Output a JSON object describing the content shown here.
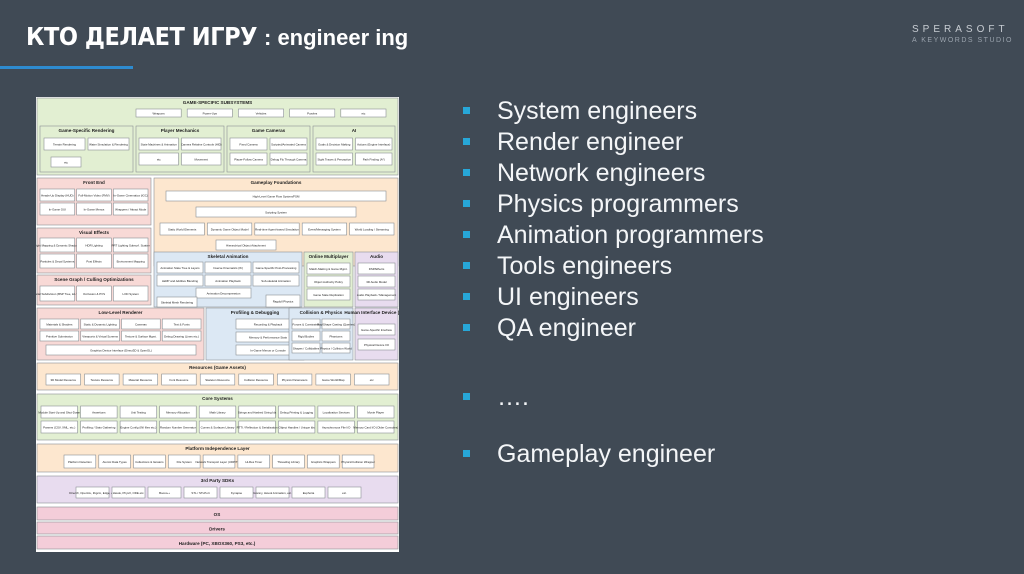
{
  "header": {
    "title_main": "КТО ДЕЛАЕТ ИГРУ",
    "title_sub": ": engineer ing"
  },
  "logo": {
    "name": "SPERASOFT",
    "tagline": "A KEYWORDS STUDIO"
  },
  "colors": {
    "background": "#404a55",
    "accent": "#2e8bcf",
    "bullet": "#27a7d8"
  },
  "bullets": [
    "System engineers",
    "Render engineer",
    "Network engineers",
    "Physics programmers",
    "Animation programmers",
    "Tools engineers",
    "UI engineers",
    "QA engineer",
    "….",
    "Gameplay engineer"
  ],
  "diagram": {
    "game_specific": {
      "title": "GAME-SPECIFIC SUBSYSTEMS",
      "top_items": [
        "Weapons",
        "Power-Ups",
        "Vehicles",
        "Puzzles",
        "etc"
      ],
      "rendering": {
        "title": "Game-Specific Rendering",
        "items": [
          "Terrain Rendering",
          "Water Simulation & Rendering",
          "etc"
        ]
      },
      "player": {
        "title": "Player Mechanics",
        "items": [
          "State Machines & Animation",
          "Camera Relative Controls (HID)",
          "etc",
          "Movement"
        ]
      },
      "cameras": {
        "title": "Game Cameras",
        "items": [
          "Fixed Camera",
          "Scripted/Animated Camera",
          "Player-Follow Camera",
          "Debug Fly Through Camera"
        ]
      },
      "ai": {
        "title": "AI",
        "items": [
          "Goals & Decision Making",
          "Actions (Engine Interface)",
          "Sight Traces & Perception",
          "Path Finding (A*)"
        ]
      }
    },
    "front_end": {
      "title": "Front End",
      "items": [
        "Heads-Up Display (HUD)",
        "Full-Motion Video (FMV)",
        "In-Game Cinematics (IGC)",
        "In-Game GUI",
        "In-Game Menus",
        "Wrappers / Attract Mode"
      ]
    },
    "gameplay": {
      "title": "Gameplay Foundations",
      "items": [
        "High-Level Game Flow System/FSM",
        "Scripting System",
        "Static World Elements",
        "Dynamic Game Object Model",
        "Real-time Agent-based Simulation",
        "Event/Messaging System",
        "World Loading / Streaming",
        "Hierarchical Object Attachment"
      ]
    },
    "visual_effects": {
      "title": "Visual Effects",
      "items": [
        "Light Mapping & Dynamic Shadows",
        "HDR Lighting",
        "PRT Lighting Subsurf. Scatter",
        "Particles & Decal Systems",
        "Post Effects",
        "Environment Mapping"
      ]
    },
    "scene_graph": {
      "title": "Scene Graph / Culling Optimizations",
      "items": [
        "Spatial Subdivision (BSP Tree, kd-Tree)",
        "Occlusion & PVS",
        "LOD System"
      ]
    },
    "skeletal": {
      "title": "Skeletal Animation",
      "items": [
        "Animation State Tree & Layers",
        "Inverse Kinematics (IK)",
        "Game-Specific Post-Processing",
        "LERP and Additive Blending",
        "Animation Playback",
        "Sub-skeletal Animation",
        "Animation Decompression",
        "Skeletal Mesh Rendering",
        "Ragdoll Physics"
      ]
    },
    "online": {
      "title": "Online Multiplayer",
      "items": [
        "Match-Making & Game Mgmt.",
        "Object Authority Policy",
        "Game State Replication"
      ]
    },
    "audio": {
      "title": "Audio",
      "items": [
        "DSP/Effects",
        "3D Audio Model",
        "Audio Playback / Management"
      ]
    },
    "low_level": {
      "title": "Low-Level Renderer",
      "items": [
        "Materials & Shaders",
        "Static & Dynamic Lighting",
        "Cameras",
        "Text & Fonts",
        "Primitive Submission",
        "Viewports & Virtual Screens",
        "Texture & Surface Mgmt.",
        "Debug Drawing (Lines etc.)",
        "Graphics Device Interface (Direct3D & OpenGL)"
      ]
    },
    "profiling": {
      "title": "Profiling & Debugging",
      "items": [
        "Recording & Playback",
        "Memory & Performance Stats",
        "In-Game Menus or Console"
      ]
    },
    "collision": {
      "title": "Collision & Physics",
      "items": [
        "Forces & Constraints",
        "Ray/Shape Casting (Queries)",
        "Rigid Bodies",
        "Phantoms",
        "Shapes / Collidables",
        "Physics / Collision World"
      ]
    },
    "hid": {
      "title": "Human Interface Device (HID)",
      "items": [
        "Game-Specific Interface",
        "Physical Device I/O"
      ]
    },
    "resources": {
      "title": "Resources (Game Assets)",
      "items": [
        "3D Model Resource",
        "Texture Resource",
        "Material Resource",
        "Font Resource",
        "Skeleton Resource",
        "Collision Resource",
        "Physics Parameters",
        "Game World/Map",
        "etc"
      ]
    },
    "core": {
      "title": "Core Systems",
      "items": [
        "Module Start-Up and Shut-Down",
        "Assertions",
        "Unit Testing",
        "Memory Allocation",
        "Math Library",
        "Strings and Hashed String Ids",
        "Debug Printing & Logging",
        "Localization Services",
        "Movie Player",
        "Parsers (CSV, XML, etc.)",
        "Profiling / Stats Gathering",
        "Engine Config (INI files etc.)",
        "Random Number Generator",
        "Curves & Surfaces Library",
        "RTTI / Reflection & Serialization",
        "Object Handles / Unique Ids",
        "Asynchronous File I/O",
        "Memory Card I/O (Older Consoles)"
      ]
    },
    "platform": {
      "title": "Platform Independence Layer",
      "items": [
        "Platform Detection",
        "Atomic Data Types",
        "Collections & Iterators",
        "File System",
        "Network Transport Layer (UDP/TCP)",
        "Hi-Res Timer",
        "Threading Library",
        "Graphics Wrappers",
        "Physics/Collision Wrapper"
      ]
    },
    "sdks": {
      "title": "3rd Party SDKs",
      "items": [
        "DirectX, OpenGL, libgcm, Edge, etc.",
        "Havok, PhysX, ODE etc.",
        "Boost++",
        "STL / STLPort",
        "Kynapse",
        "Granny, Havok Animation, etc.",
        "Euphoria",
        "etc."
      ]
    },
    "os": {
      "title": "OS"
    },
    "drivers": {
      "title": "Drivers"
    },
    "hardware": {
      "title": "Hardware (PC, XBOX360, PS3, etc.)"
    }
  }
}
